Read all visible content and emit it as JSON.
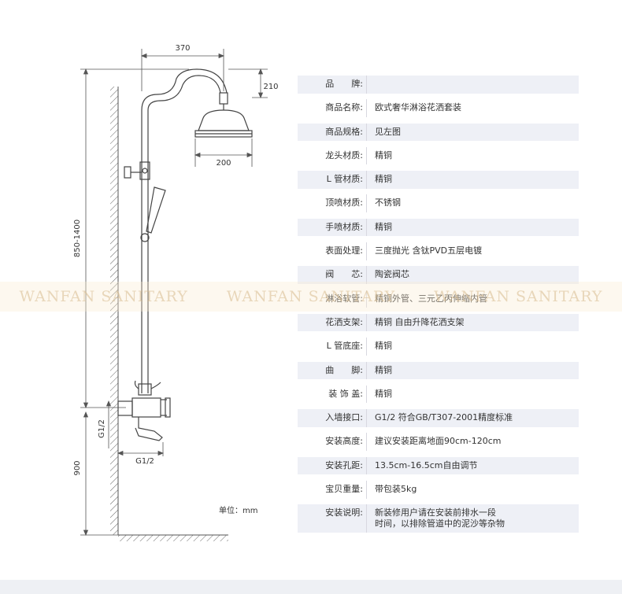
{
  "dimensions": {
    "width_top": "370",
    "height_head": "210",
    "head_diameter": "200",
    "total_height": "850-1400",
    "inlet_height": "900",
    "inlet_thread_v": "G1/2",
    "inlet_thread_h": "G1/2"
  },
  "unit_label": "单位：mm",
  "watermark": [
    "WANFAN SANITARY",
    "WANFAN SANITARY",
    "WANFAN SANITARY"
  ],
  "specs": [
    {
      "label": "品　　牌:",
      "value": ""
    },
    {
      "label": "商品名称:",
      "value": "欧式奢华淋浴花洒套装"
    },
    {
      "label": "商品规格:",
      "value": "见左图"
    },
    {
      "label": "龙头材质:",
      "value": "精铜"
    },
    {
      "label": "L 管材质:",
      "value": "精铜"
    },
    {
      "label": "顶喷材质:",
      "value": "不锈钢"
    },
    {
      "label": "手喷材质:",
      "value": "精铜"
    },
    {
      "label": "表面处理:",
      "value": "三度抛光 含钛PVD五层电镀"
    },
    {
      "label": "阀　　芯:",
      "value": "陶瓷阀芯"
    },
    {
      "label": "淋浴软管:",
      "value": "精铜外管、三元乙丙伸缩内管"
    },
    {
      "label": "花洒支架:",
      "value": "精铜 自由升降花洒支架"
    },
    {
      "label": "L 管底座:",
      "value": "精铜"
    },
    {
      "label": "曲　　脚:",
      "value": "精铜"
    },
    {
      "label": "装 饰 盖:",
      "value": "精铜"
    },
    {
      "label": "入墙接口:",
      "value": "G1/2 符合GB/T307-2001精度标准"
    },
    {
      "label": "安装高度:",
      "value": "建议安装距离地面90cm-120cm"
    },
    {
      "label": "安装孔距:",
      "value": "13.5cm-16.5cm自由调节"
    },
    {
      "label": "宝贝重量:",
      "value": "带包装5kg"
    },
    {
      "label": "安装说明:",
      "value": "新装修用户请在安装前排水一段",
      "value2": "时间，以排除管道中的泥沙等杂物"
    }
  ]
}
